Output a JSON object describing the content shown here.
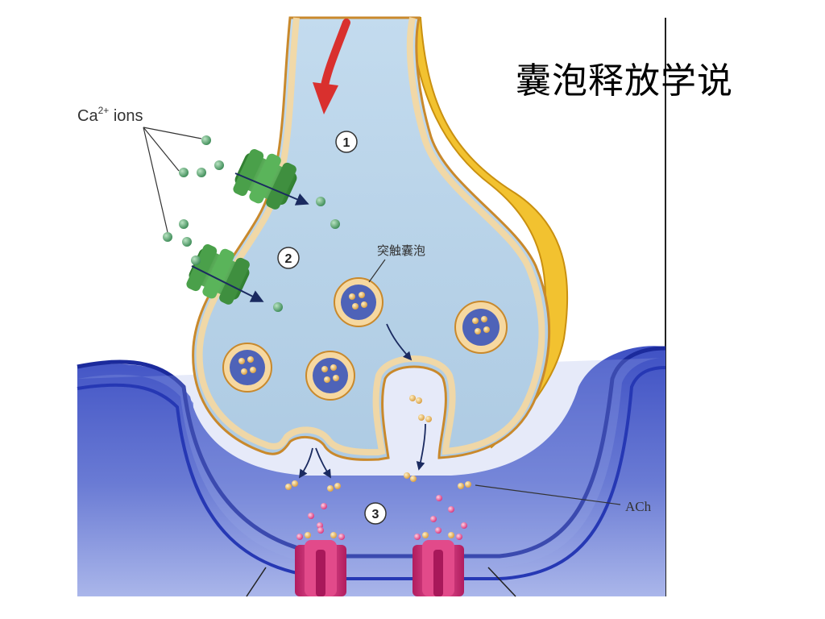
{
  "slide": {
    "title": "囊泡释放学说"
  },
  "diagram": {
    "labels": {
      "ca_ions": "Ca",
      "ca_superscript": "2+",
      "ca_suffix": " ions",
      "synaptic_vesicle": "突触囊泡",
      "ach": "ACh"
    },
    "steps": [
      "1",
      "2",
      "3"
    ],
    "colors": {
      "terminal_fill": "#bcd6ea",
      "membrane": "#f6d8a0",
      "membrane_outline": "#c9892c",
      "myelin": "#f2c230",
      "cleft_fill": "#5d6fce",
      "postsynaptic_line": "#1b2a9c",
      "channel_green": "#3f9e3f",
      "receptor_pink": "#d6317a",
      "arrow_red": "#d9302e",
      "ion_green": "#3b8a55",
      "ach_orange": "#e0a94c"
    }
  }
}
